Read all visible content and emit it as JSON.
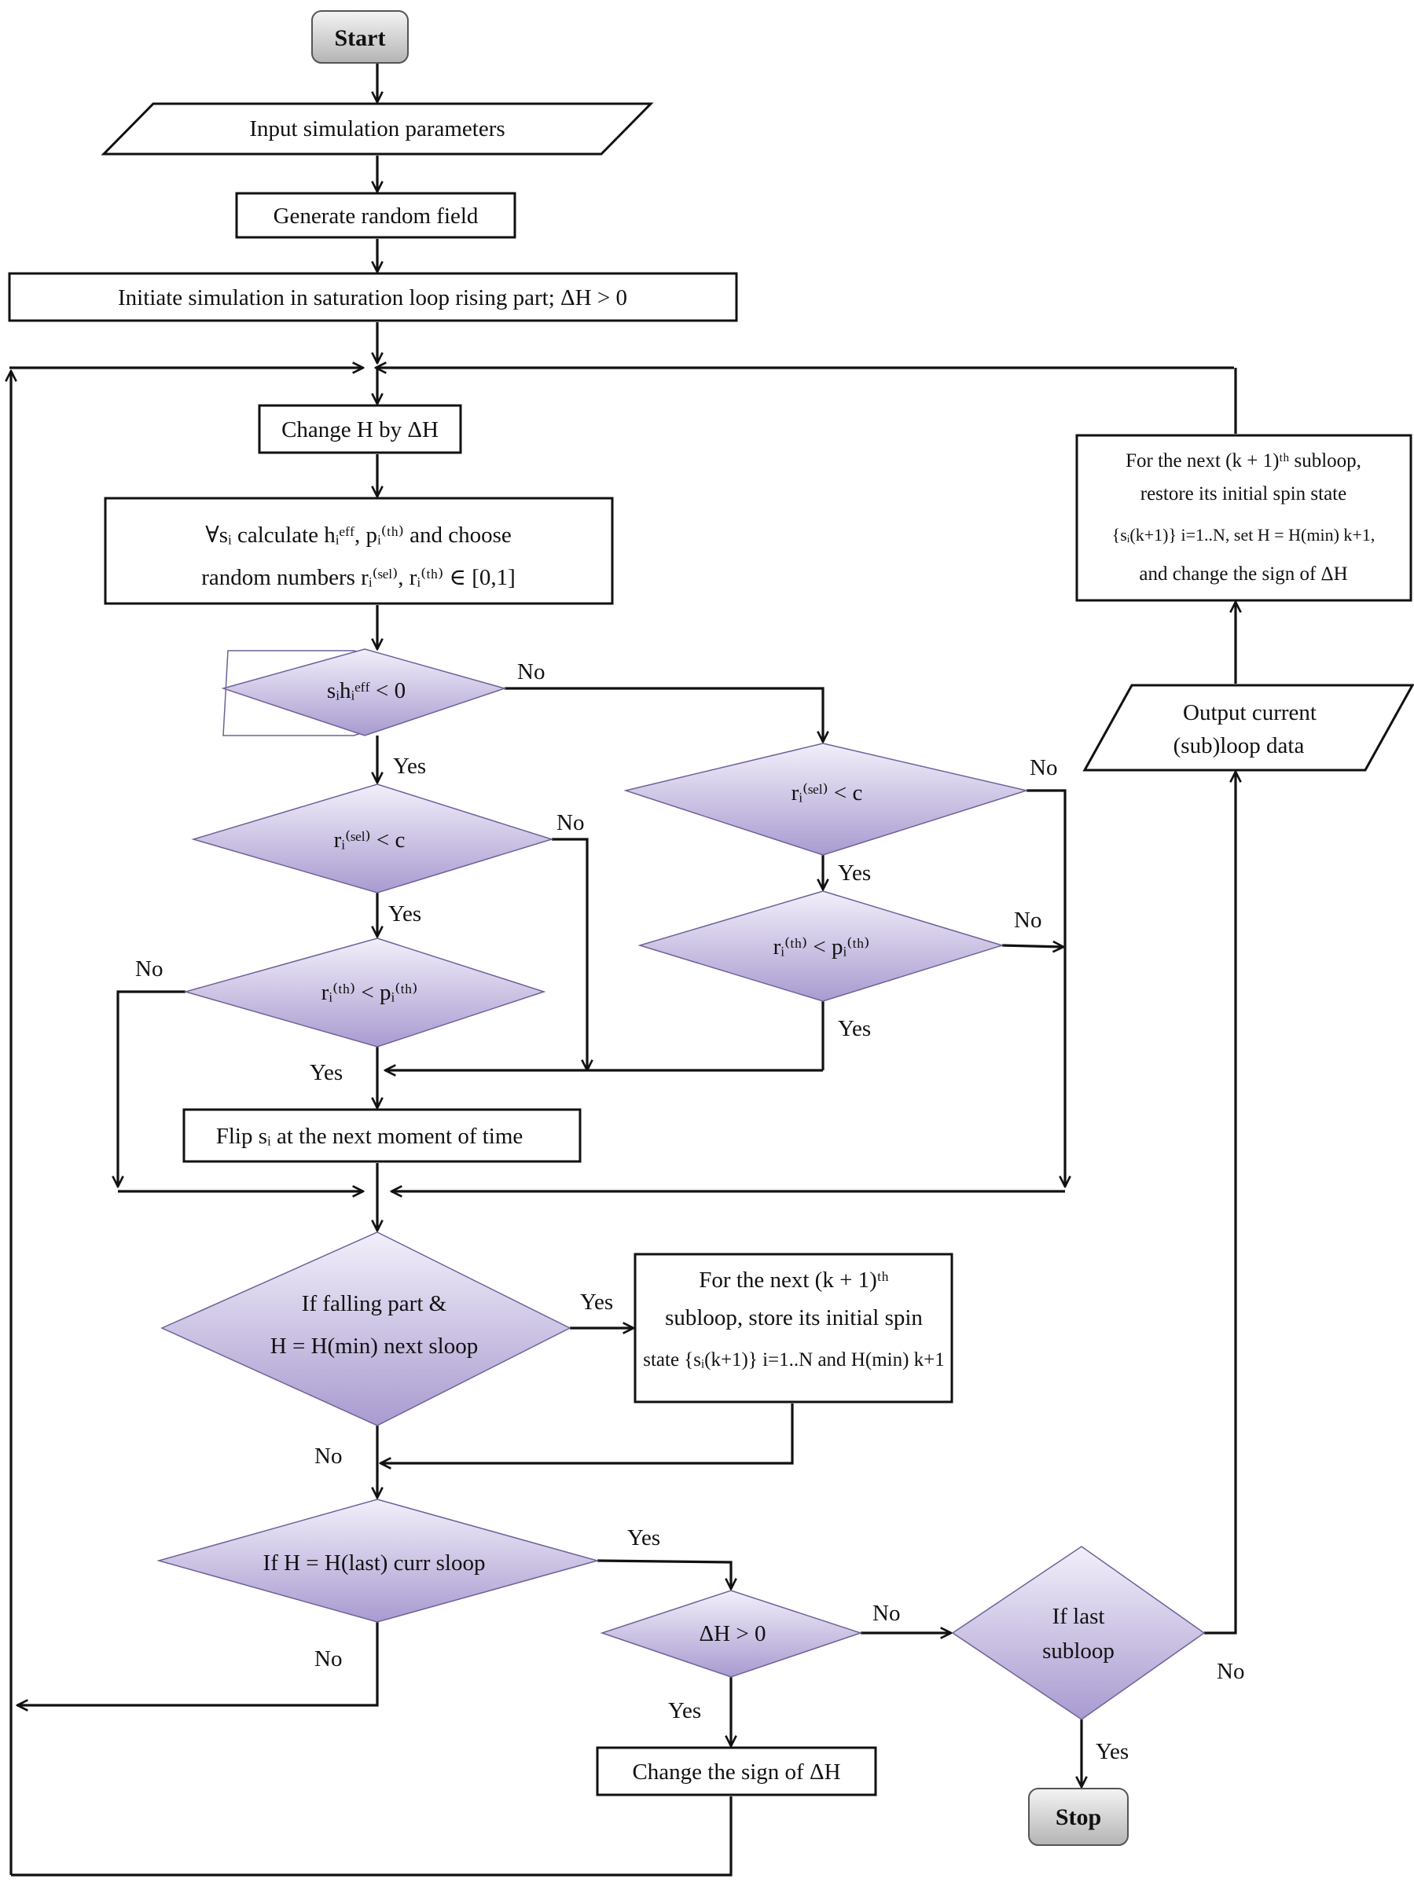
{
  "nodes": {
    "start": "Start",
    "input": "Input simulation parameters",
    "gen": "Generate random field",
    "init": "Initiate simulation in saturation loop rising part; ΔH > 0",
    "change_h": "Change H by ΔH",
    "calc_1": "∀sᵢ calculate hᵢᵉᶠᶠ, pᵢ⁽ᵗʰ⁾ and choose",
    "calc_2": "random numbers rᵢ⁽ˢᵉˡ⁾, rᵢ⁽ᵗʰ⁾ ∈ [0,1]",
    "d1": "sᵢhᵢᵉᶠᶠ < 0",
    "d2": "rᵢ⁽ˢᵉˡ⁾ < c",
    "d3": "rᵢ⁽ᵗʰ⁾ < pᵢ⁽ᵗʰ⁾",
    "d4": "rᵢ⁽ˢᵉˡ⁾ < c",
    "d5": "rᵢ⁽ᵗʰ⁾ < pᵢ⁽ᵗʰ⁾",
    "flip": "Flip sᵢ at the next moment of time",
    "d6_1": "If falling part &",
    "d6_2": "H = H(min) next sloop",
    "store_1": "For the next (k + 1)ᵗʰ",
    "store_2": "subloop, store its initial spin",
    "store_3": "state {sᵢ(k+1)} i=1..N and H(min) k+1",
    "d7": "If H = H(last) curr sloop",
    "d8": "ΔH > 0",
    "d9_1": "If last",
    "d9_2": "subloop",
    "sign": "Change the sign of ΔH",
    "stop": "Stop",
    "output_1": "Output current",
    "output_2": "(sub)loop data",
    "restore_1": "For the next (k + 1)ᵗʰ subloop,",
    "restore_2": "restore its initial spin state",
    "restore_3": "{sᵢ(k+1)} i=1..N, set H = H(min) k+1,",
    "restore_4": "and change the sign of ΔH"
  },
  "labels": {
    "yes": "Yes",
    "no": "No"
  },
  "colors": {
    "diamond_top": "#f2effa",
    "diamond_bottom": "#a99bd0",
    "terminal_top": "#f4f4f4",
    "terminal_bottom": "#b4b4b4",
    "line": "#111111"
  }
}
